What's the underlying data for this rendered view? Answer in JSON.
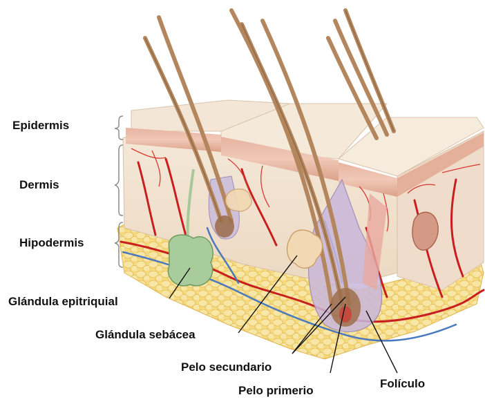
{
  "labels": {
    "epidermis": "Epidermis",
    "dermis": "Dermis",
    "hipodermis": "Hipodermis",
    "glandula_epitriquial": "Glándula epitriquial",
    "glandula_sebacea": "Glándula sebácea",
    "pelo_secundario": "Pelo secundario",
    "pelo_primerio": "Pelo primerio",
    "foliculo": "Folículo"
  },
  "colors": {
    "epidermis_top": "#f3e6d6",
    "epidermis_band": "#e9b7a4",
    "dermis": "#f1e3d0",
    "hypodermis_fat": "#f6df96",
    "hair": "#b88a63",
    "artery": "#cc2222",
    "vein": "#4c78b8",
    "epitrichial_gland": "#a6c99a",
    "sebaceous_gland": "#f0d6b0",
    "follicle": "#b5a4cc"
  }
}
